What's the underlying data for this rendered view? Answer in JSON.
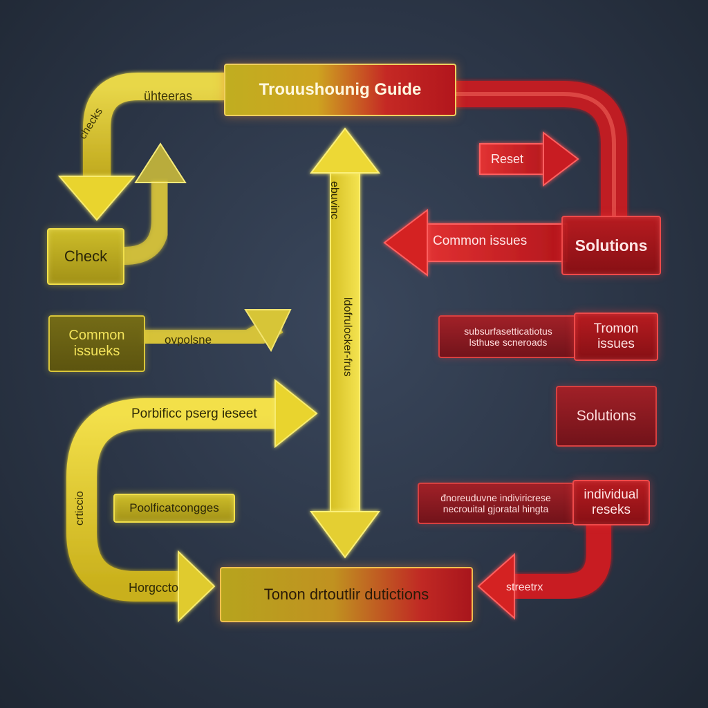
{
  "diagram": {
    "title": "Trouushounig Guide",
    "colors": {
      "yellow": "#e8d230",
      "yellow_dark": "#a8941a",
      "red": "#d42a2a",
      "red_dark": "#8e1216",
      "background": "#2b3444"
    },
    "labels": {
      "top_left_arrow": "ühteeras",
      "curve_left": "checks",
      "check": "Check",
      "common_issues_left": "Common\nissueks",
      "arrow_mid_left": "ovpolsne",
      "arrow_long_left": "Porbificc pserg ieseet",
      "small_box_left": "Poolficatcongges",
      "curve_bottom_left": "crticcio",
      "arrow_bottom_left": "Horgccto",
      "vertical_top": "ebuvinc",
      "vertical_bottom": "ldofrulocker-frus",
      "bottom_box": "Tonon drtoutlir dutictions",
      "reset": "Reset",
      "common_issues_right": "Common issues",
      "solutions_top": "Solutions",
      "sub_box": "subsurfasetticatiotus\nlsthuse scneroads",
      "tromon_issues": "Tromon\nissues",
      "solutions_mid": "Solutions",
      "lower_right_text": "đnoreuduvne indiviricrese\nnecrouital gjoratal hingta",
      "individual_resets": "individual\nreseks",
      "arrow_bottom_right": "streetrx"
    }
  }
}
